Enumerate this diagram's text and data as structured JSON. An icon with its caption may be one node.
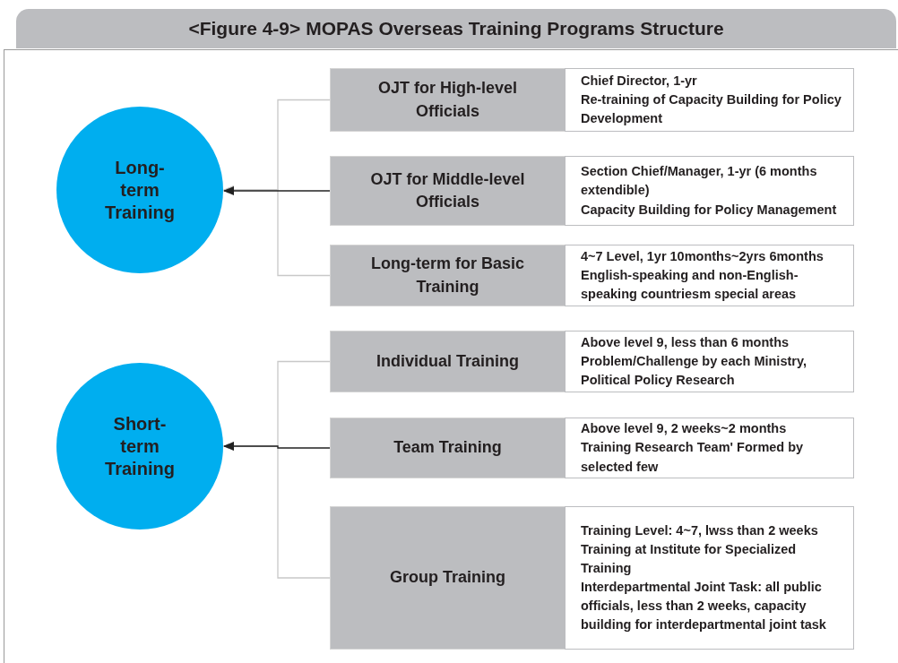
{
  "diagram": {
    "title": "<Figure 4-9> MOPAS Overseas Training Programs Structure",
    "nodes": [
      {
        "text": [
          "Long-term Training"
        ]
      },
      {
        "text": [
          "OJT for High-level Officials"
        ]
      },
      {
        "text": [
          "Chief Director, 1-yr",
          "Re-training of Capacity Building for Policy Development"
        ]
      },
      {
        "text": [
          "OJT for Middle-level Officials"
        ]
      },
      {
        "text": [
          "Section Chief/Manager, 1-yr (6 months extendible)",
          "Capacity Building for Policy Management"
        ]
      },
      {
        "text": [
          "Long-term for Basic Training"
        ]
      },
      {
        "text": [
          "4~7 Level, 1yr 10months~2yrs 6months",
          "English-speaking and non-English-speaking countriesm special areas"
        ]
      },
      {
        "text": [
          "Short-term Training"
        ]
      },
      {
        "text": [
          "Individual Training"
        ]
      },
      {
        "text": [
          "Above level 9, less than 6 months",
          "Problem/Challenge by each Ministry, Political Policy Research"
        ]
      },
      {
        "text": [
          "Team Training"
        ]
      },
      {
        "text": [
          "Above level 9, 2 weeks~2 months",
          "Training Research Team' Formed by selected few"
        ]
      },
      {
        "text": [
          "Group Training"
        ]
      },
      {
        "text": [
          "**Training Level:** 4~7, lwss than 2 weeks",
          "Training at Institute for Specialized Training",
          "**Interdepartmental Joint Task:** all public officials, less than 2 weeks, capacity building for interdepartmental joint task"
        ]
      }
    ],
    "edges": [
      {
        "from": 1,
        "to": 0,
        "arrow": "to"
      },
      {
        "from": 3,
        "to": 0,
        "arrow": "to",
        "color": "#222222"
      },
      {
        "from": 5,
        "to": 0,
        "arrow": "to"
      },
      {
        "from": 8,
        "to": 7,
        "arrow": "to"
      },
      {
        "from": 10,
        "to": 7,
        "arrow": "to",
        "color": "#222222"
      },
      {
        "from": 12,
        "to": 7,
        "arrow": "to"
      }
    ]
  }
}
